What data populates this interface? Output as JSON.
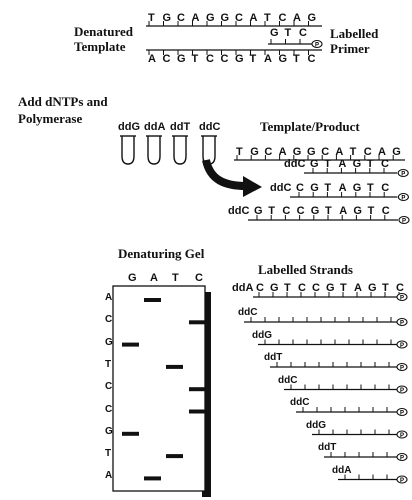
{
  "section1": {
    "label_template_1": "Denatured",
    "label_template_2": "Template",
    "label_primer_1": "Labelled",
    "label_primer_2": "Primer",
    "top_strand": [
      "T",
      "G",
      "C",
      "A",
      "G",
      "G",
      "C",
      "A",
      "T",
      "C",
      "A",
      "G"
    ],
    "primer": [
      "G",
      "T",
      "C"
    ],
    "bottom_strand": [
      "A",
      "C",
      "G",
      "T",
      "C",
      "C",
      "G",
      "T",
      "A",
      "G",
      "T",
      "C"
    ],
    "label_icon": "P"
  },
  "section2": {
    "title_1": "Add dNTPs and",
    "title_2": "Polymerase",
    "tubes": [
      "ddG",
      "ddA",
      "ddT",
      "ddC"
    ],
    "product_title": "Template/Product",
    "template": [
      "T",
      "G",
      "C",
      "A",
      "G",
      "G",
      "C",
      "A",
      "T",
      "C",
      "A",
      "G"
    ],
    "products": [
      {
        "ddn": "ddC",
        "bases": [
          "G",
          "T",
          "A",
          "G",
          "T",
          "C"
        ]
      },
      {
        "ddn": "ddC",
        "bases": [
          "C",
          "G",
          "T",
          "A",
          "G",
          "T",
          "C"
        ]
      },
      {
        "ddn": "ddC",
        "bases": [
          "G",
          "T",
          "C",
          "C",
          "G",
          "T",
          "A",
          "G",
          "T",
          "C"
        ]
      }
    ]
  },
  "gel": {
    "title": "Denaturing Gel",
    "lanes": [
      "G",
      "A",
      "T",
      "C"
    ],
    "rows": [
      "A",
      "C",
      "G",
      "T",
      "C",
      "C",
      "G",
      "T",
      "A"
    ],
    "band_lanes": [
      "A",
      "C",
      "G",
      "T",
      "C",
      "C",
      "G",
      "T",
      "A"
    ]
  },
  "labelled": {
    "title": "Labelled Strands",
    "first_ddn": "ddA",
    "first_bases": [
      "C",
      "G",
      "T",
      "C",
      "C",
      "G",
      "T",
      "A",
      "G",
      "T",
      "C"
    ],
    "strands": [
      "ddC",
      "ddG",
      "ddT",
      "ddC",
      "ddC",
      "ddG",
      "ddT",
      "ddA"
    ]
  }
}
